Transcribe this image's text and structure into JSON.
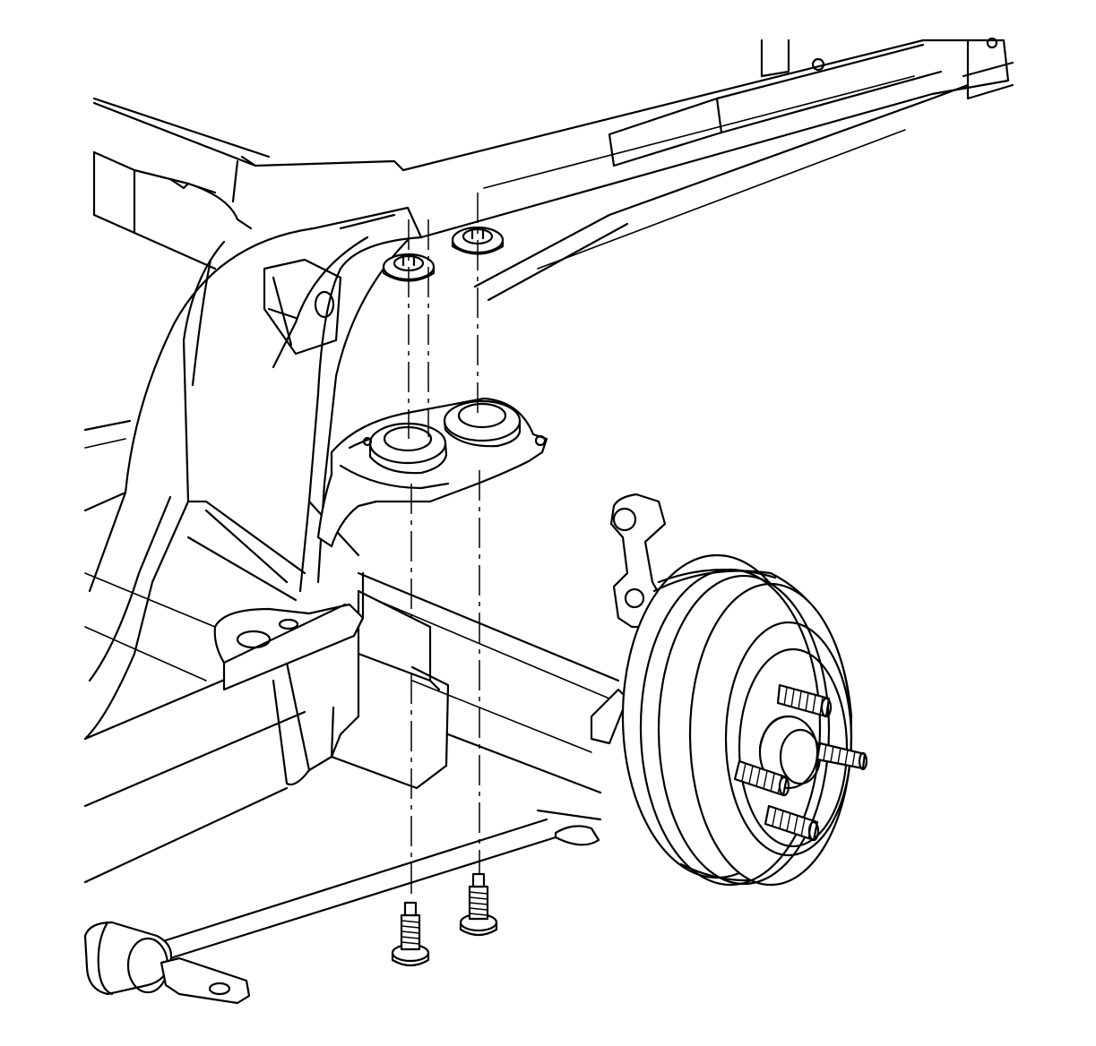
{
  "figure": {
    "kind": "exploded-assembly-line-drawing",
    "stroke_color": "#000000",
    "background_color": "#ffffff",
    "components": [
      "frame-rail",
      "crossmember",
      "axle-bracket",
      "insulator-washer",
      "mounting-bolt",
      "rear-axle-tube",
      "brake-drum",
      "wheel-stud",
      "track-bar-bushing",
      "spindle-knuckle"
    ]
  }
}
